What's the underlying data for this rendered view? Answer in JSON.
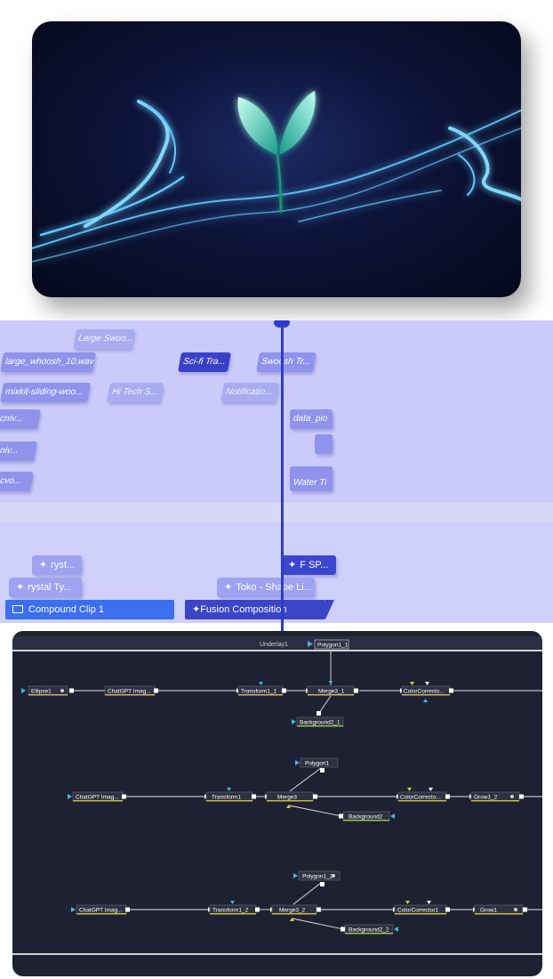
{
  "timeline": {
    "audio_clips": [
      {
        "label": "Large Swoo..."
      },
      {
        "label": "large_whoosh_10.wav"
      },
      {
        "label": "Sci-fi Tra..."
      },
      {
        "label": "Swoosh Tr..."
      },
      {
        "label": "mixkit-sliding-woo..."
      },
      {
        "label": "Hi Tech S..."
      },
      {
        "label": "Notificatio..."
      },
      {
        "label": "cniv..."
      },
      {
        "label": "data_pio"
      },
      {
        "label": "niv..."
      },
      {
        "label": "cvo..."
      },
      {
        "label": "Water Ti"
      }
    ],
    "video_clips": [
      {
        "label": "ryst..."
      },
      {
        "label": "F SP..."
      },
      {
        "label": "rystal Ty..."
      },
      {
        "label": "Toko - Shape Li..."
      }
    ],
    "compound_clip": "Compound Clip 1",
    "fusion_composition": "Fusion Composition"
  },
  "node_editor": {
    "top_labels": {
      "underlay": "Underlay1",
      "polygon": "Polygon1_1"
    },
    "nodes": {
      "ellipse1": "Ellipse1",
      "chatgpt1": "ChatGPT Imag...",
      "transform1_1": "Transform1_1",
      "merge3_1": "Merge3_1",
      "colorcorr_1": "ColorCorrecto...",
      "background2_1": "Background2_1",
      "polygon1": "Polygon1",
      "chatgpt2": "ChatGPT Imag...",
      "transform1": "Transform1",
      "merge3": "Merge3",
      "colorcorr_2": "ColorCorrecto...",
      "grow1_2": "Grow1_2",
      "background2": "Background2",
      "polygon1_2": "Polygon1_2",
      "chatgpt3": "ChatGPT Imag...",
      "transform1_2": "Transform1_2",
      "merge3_2": "Merge3_2",
      "colorcorr1": "ColorCorrector1",
      "grow1": "Grow1",
      "background2_2": "Background2_2"
    }
  },
  "colors": {
    "timeline_bg": "#cbcbfb",
    "clip": "#8f93ec",
    "selected_clip": "#3a40c9",
    "compound": "#3b6ff0",
    "playhead": "#2a3dcc",
    "node_bg": "#1e2131",
    "node_link": "#e8e8e8",
    "node_accent": "#3fb6e8"
  }
}
